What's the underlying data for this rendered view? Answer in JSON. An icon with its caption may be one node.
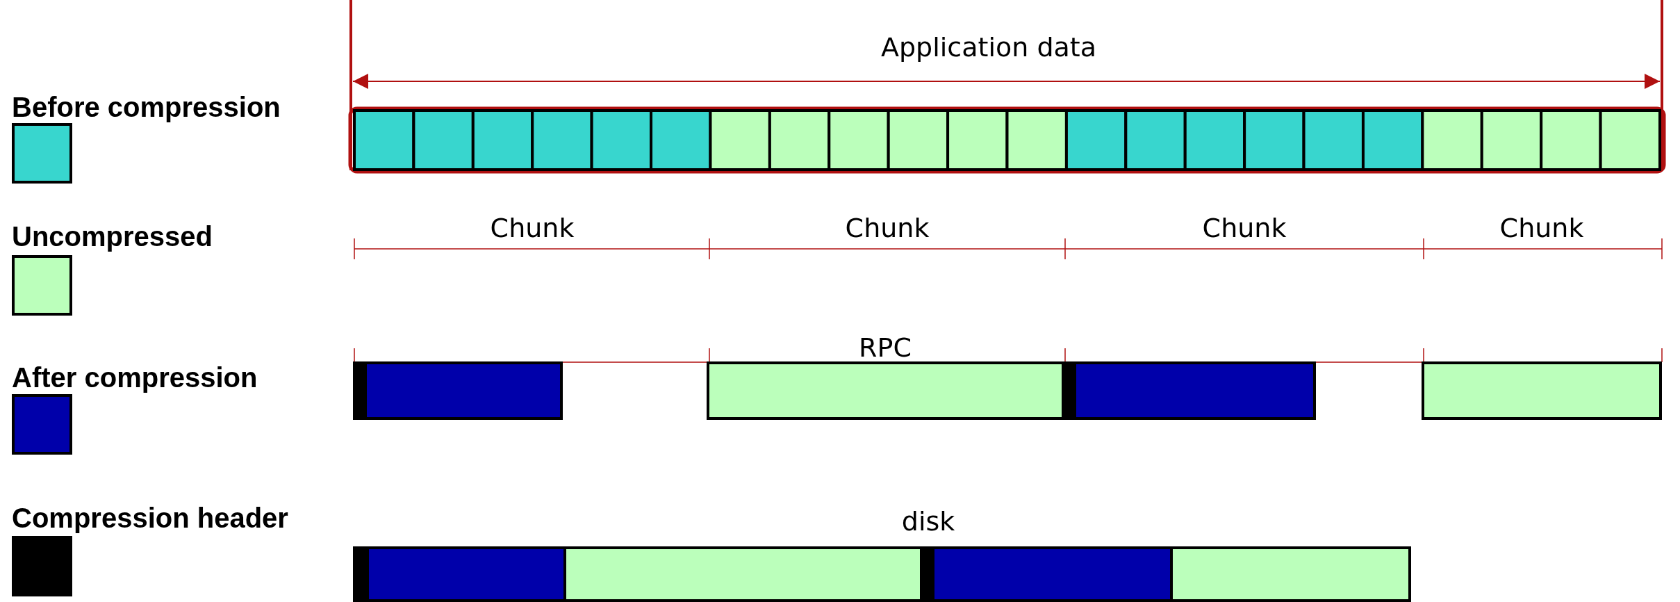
{
  "diagram": {
    "labels": [
      "Application data",
      "Chunk",
      "Chunk",
      "Chunk",
      "Chunk",
      "RPC",
      "disk"
    ],
    "legend": [
      {
        "text": "Before compression",
        "color": "#38d6ce"
      },
      {
        "text": "Uncompressed",
        "color": "#bbffbb"
      },
      {
        "text": "After compression",
        "color": "#0000aa"
      },
      {
        "text": "Compression header",
        "color": "#000000"
      }
    ]
  }
}
